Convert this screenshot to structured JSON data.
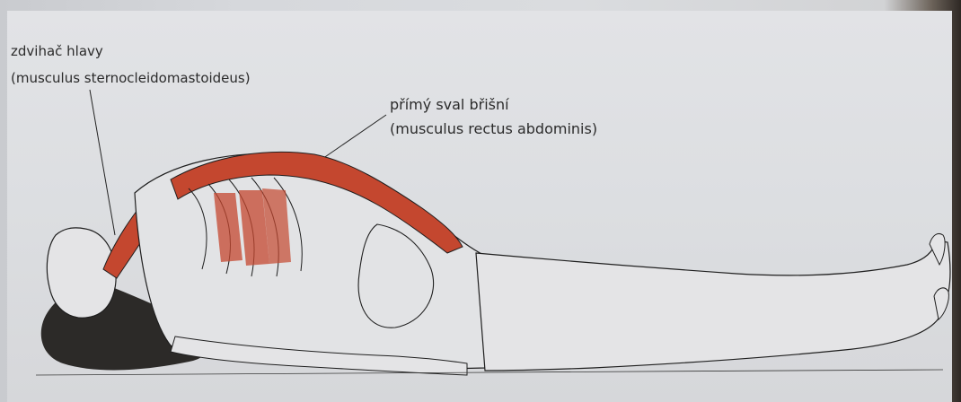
{
  "labels": {
    "neck_muscle": {
      "common_name": "zdvihač hlavy",
      "latin_name": "(musculus sternocleidomastoideus)"
    },
    "abdominal_muscle": {
      "common_name": "přímý sval břišní",
      "latin_name": "(musculus rectus abdominis)"
    }
  },
  "colors": {
    "muscle": "#c4472f",
    "outline": "#1f1f1f",
    "paper": "#dcdee1",
    "hair": "#2c2a28"
  }
}
